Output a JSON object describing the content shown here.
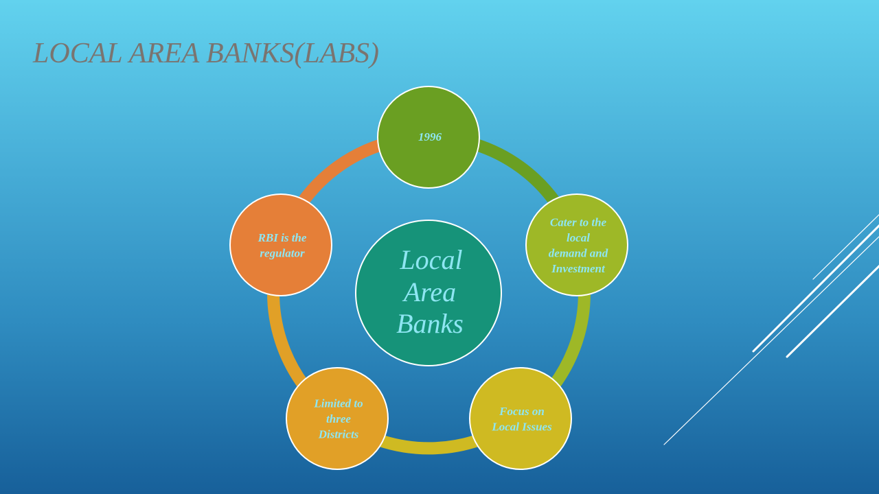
{
  "slide": {
    "title": "LOCAL AREA BANKS(LABS)"
  },
  "diagram": {
    "center": {
      "lines": [
        "Local",
        "Area",
        "Banks"
      ],
      "color": "#169379"
    },
    "nodes": [
      {
        "lines": [
          "1996"
        ],
        "color": "#6a9f22"
      },
      {
        "lines": [
          "Cater to the",
          "local",
          "demand and",
          "Investment"
        ],
        "color": "#9eb827"
      },
      {
        "lines": [
          "Focus on",
          "Local Issues"
        ],
        "color": "#cfba22"
      },
      {
        "lines": [
          "Limited to",
          "three",
          "Districts"
        ],
        "color": "#e1a027"
      },
      {
        "lines": [
          "RBI is the",
          "regulator"
        ],
        "color": "#e57f38"
      }
    ]
  }
}
